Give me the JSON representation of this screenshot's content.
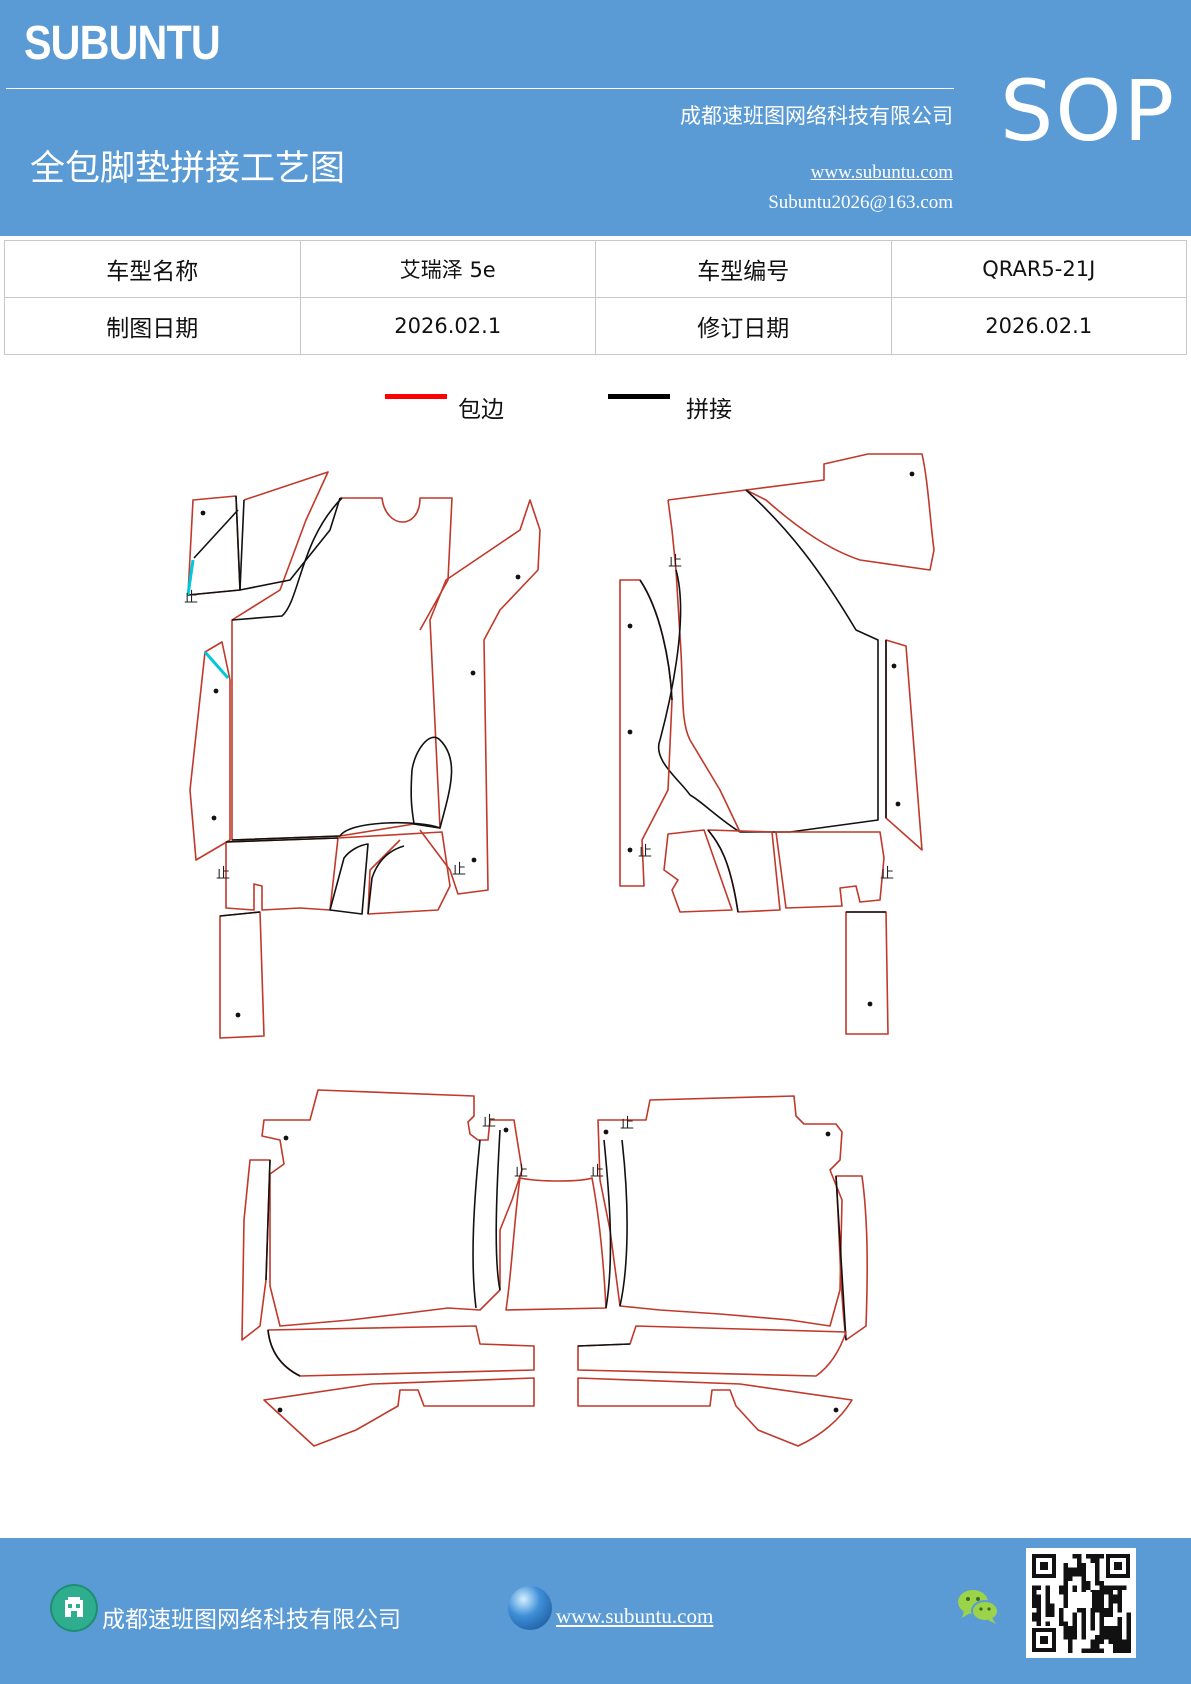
{
  "header": {
    "brand": "SUBUNTU",
    "company": "成都速班图网络科技有限公司",
    "title": "全包脚垫拼接工艺图",
    "website": "www.subuntu.com",
    "email": "Subuntu2026@163.com",
    "badge": "SOP"
  },
  "info_table": {
    "rows": [
      {
        "label1": "车型名称",
        "value1": "艾瑞泽 5e",
        "label2": "车型编号",
        "value2": "QRAR5-21J"
      },
      {
        "label1": "制图日期",
        "value1": "2026.02.1",
        "label2": "修订日期",
        "value2": "2026.02.1"
      }
    ]
  },
  "legend": {
    "items": [
      {
        "label": "包边",
        "color": "#ff0000"
      },
      {
        "label": "拼接",
        "color": "#000000"
      }
    ]
  },
  "drawing": {
    "edge_color": "#c0392b",
    "seam_color": "#111111",
    "highlight_color": "#00c8dc",
    "stop_mark": "止"
  },
  "footer": {
    "company": "成都速班图网络科技有限公司",
    "website": "www.subuntu.com"
  },
  "icons": {
    "company": "building-icon",
    "website": "globe-icon",
    "wechat": "wechat-icon",
    "qr": "qr-code"
  }
}
